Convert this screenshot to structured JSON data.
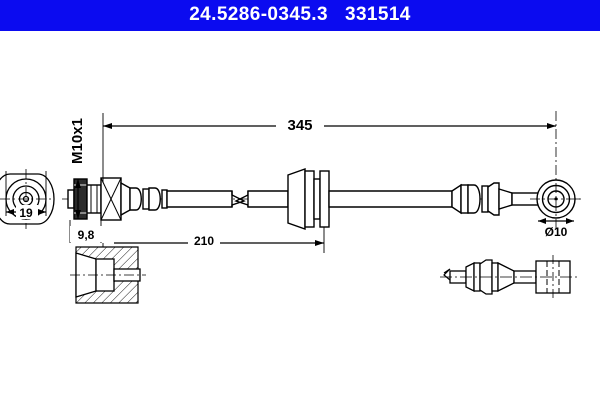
{
  "header": {
    "part_number": "24.5286-0345.3",
    "reference_number": "331514",
    "title": "24.5286-0345.3   331514",
    "background_color": "#0b0bf0",
    "text_color": "#ffffff"
  },
  "drawing": {
    "line_color": "#000000",
    "background_color": "#ffffff",
    "dimensions": {
      "overall_length": "345",
      "partial_length": "210",
      "thread": "M10x1",
      "hex_width": "19",
      "fitting_length": "9,8",
      "eyelet_diameter": "Ø10"
    },
    "views": {
      "end_view_label": "19",
      "section_detail_label": "",
      "side_detail_label": ""
    }
  }
}
